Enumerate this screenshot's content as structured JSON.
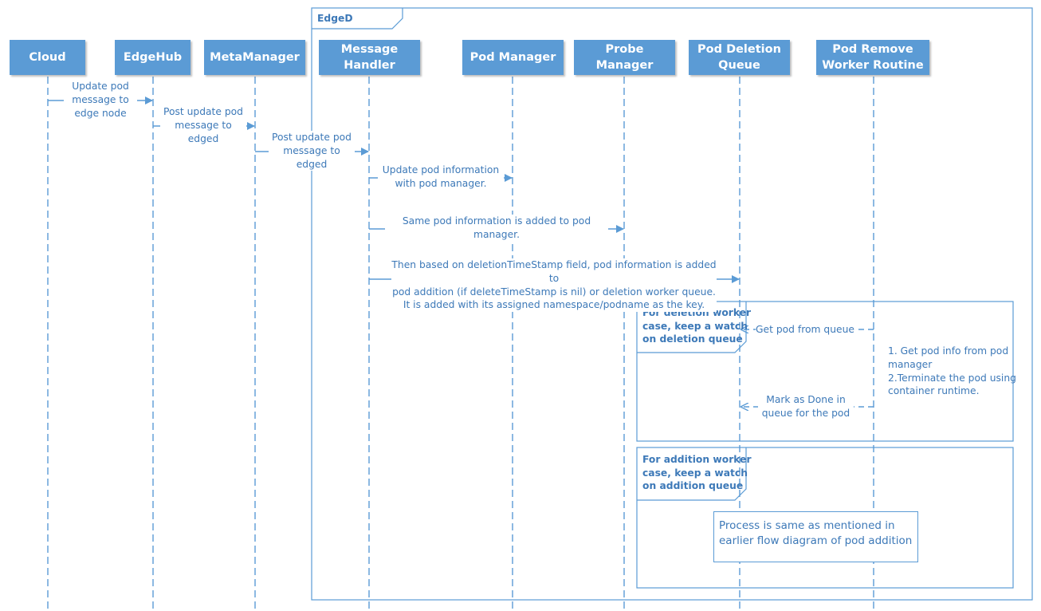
{
  "actors": [
    {
      "id": "cloud",
      "label": "Cloud"
    },
    {
      "id": "edgehub",
      "label": "EdgeHub"
    },
    {
      "id": "metamanager",
      "label": "MetaManager"
    },
    {
      "id": "message-handler",
      "label": "Message\nHandler"
    },
    {
      "id": "pod-manager",
      "label": "Pod Manager"
    },
    {
      "id": "probe-manager",
      "label": "Probe\nManager"
    },
    {
      "id": "pod-deletion-queue",
      "label": "Pod Deletion\nQueue"
    },
    {
      "id": "pod-remove-worker",
      "label": "Pod Remove\nWorker Routine"
    }
  ],
  "frames": {
    "edged": "EdgeD",
    "deletion_case": "For deletion worker\ncase, keep a watch\non deletion queue",
    "addition_case": "For addition worker\ncase, keep a watch\non addition queue"
  },
  "messages": [
    {
      "id": "cloud-to-edgehub",
      "label": "Update pod\nmessage to\nedge node"
    },
    {
      "id": "edgehub-to-metamanager",
      "label": "Post update pod\nmessage to\nedged"
    },
    {
      "id": "metamanager-to-handler",
      "label": "Post update pod\nmessage to\nedged"
    },
    {
      "id": "handler-to-podmanager",
      "label": "Update pod information\nwith pod manager."
    },
    {
      "id": "handler-to-probemanager",
      "label": "Same pod information is added to pod\nmanager."
    },
    {
      "id": "handler-to-deletionqueue",
      "label": "Then based on deletionTimeStamp field, pod information is added to\npod addition (if deleteTimeStamp is nil) or deletion worker queue.\nIt is added with its assigned namespace/podname as the key."
    },
    {
      "id": "worker-get-pod",
      "label": "Get pod from queue"
    },
    {
      "id": "worker-mark-done",
      "label": "Mark as Done in\nqueue for the pod"
    }
  ],
  "worker_steps": "1. Get pod info from pod\nmanager\n2.Terminate the pod using\ncontainer runtime.",
  "addition_note": "Process is same as mentioned in\nearlier flow diagram of pod addition",
  "colors": {
    "actor_fill": "#5b9bd5",
    "line": "#5b9bd5",
    "text": "#3d79b8"
  }
}
